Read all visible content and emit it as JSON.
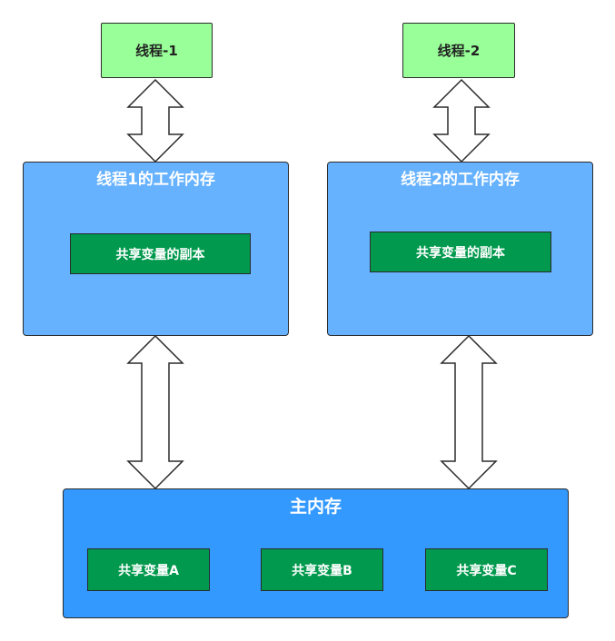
{
  "threads": [
    {
      "label": "线程-1"
    },
    {
      "label": "线程-2"
    }
  ],
  "working_memory": [
    {
      "title": "线程1的工作内存",
      "copy_label": "共享变量的副本"
    },
    {
      "title": "线程2的工作内存",
      "copy_label": "共享变量的副本"
    }
  ],
  "main_memory": {
    "title": "主内存",
    "variables": [
      "共享变量A",
      "共享变量B",
      "共享变量C"
    ]
  },
  "colors": {
    "thread_fill": "#99ff99",
    "work_memory_fill": "#66b2ff",
    "main_memory_fill": "#3399ff",
    "variable_fill": "#00994d"
  }
}
